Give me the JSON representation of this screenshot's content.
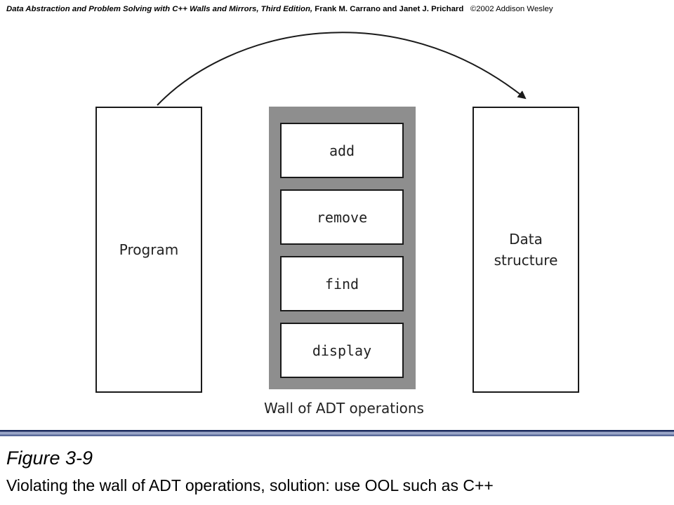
{
  "header": {
    "book_title": "Data Abstraction  and Problem Solving with C++ Walls and Mirrors, Third Edition,",
    "authors": "Frank M. Carrano  and Janet J. Prichard",
    "copyright": "©2002 Addison Wesley"
  },
  "diagram": {
    "program_label": "Program",
    "data_structure_label": "Data\nstructure",
    "operations": [
      "add",
      "remove",
      "find",
      "display"
    ],
    "wall_caption": "Wall of ADT operations"
  },
  "caption": {
    "figure_number": "Figure 3-9",
    "text": "Violating the wall of ADT operations, solution: use OOL such as C++"
  }
}
